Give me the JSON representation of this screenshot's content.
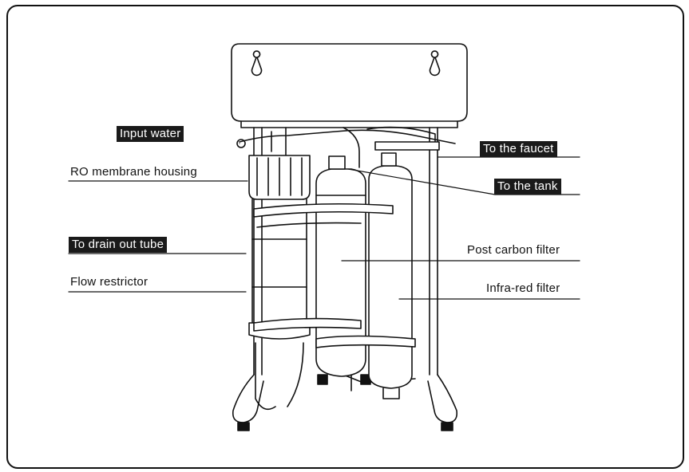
{
  "labels": {
    "input_water": "Input water",
    "ro_membrane_housing": "RO membrane housing",
    "to_drain_out_tube": "To drain out tube",
    "flow_restrictor": "Flow restrictor",
    "to_the_faucet": "To the faucet",
    "to_the_tank": "To the tank",
    "post_carbon_filter": "Post carbon filter",
    "infra_red_filter": "Infra-red filter"
  },
  "colors": {
    "line": "#111111",
    "highlight_bg": "#1a1a1a",
    "highlight_text": "#ffffff"
  }
}
